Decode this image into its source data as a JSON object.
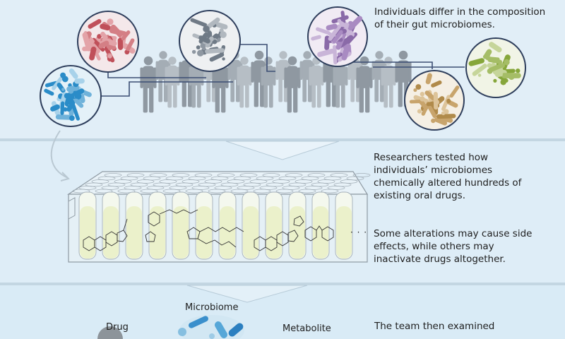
{
  "panel1": {
    "caption_line1": "Individuals differ in the composition",
    "caption_line2": "of their gut microbiomes."
  },
  "panel2": {
    "caption1_lines": [
      "Researchers tested how",
      "individuals’ microbiomes",
      "chemically altered hundreds of",
      "existing oral drugs."
    ],
    "caption2_lines": [
      "Some alterations may cause side",
      "effects, while others may",
      "inactivate drugs altogether."
    ],
    "ellipsis": "· · ·"
  },
  "panel3": {
    "label_drug": "Drug",
    "label_microbiome": "Microbiome",
    "label_metabolite": "Metabolite",
    "caption_line1": "The team then examined"
  },
  "colors": {
    "red_microbe": "#c0505a",
    "blue_microbe": "#2a8cc8",
    "gray_microbe": "#6f7a86",
    "purple_microbe": "#8a6aa8",
    "green_microbe": "#86a63a",
    "brown_microbe": "#b08a4a",
    "person": "#9aa3ab",
    "connector": "#3c4e74",
    "liquid": "#eef2cc"
  }
}
